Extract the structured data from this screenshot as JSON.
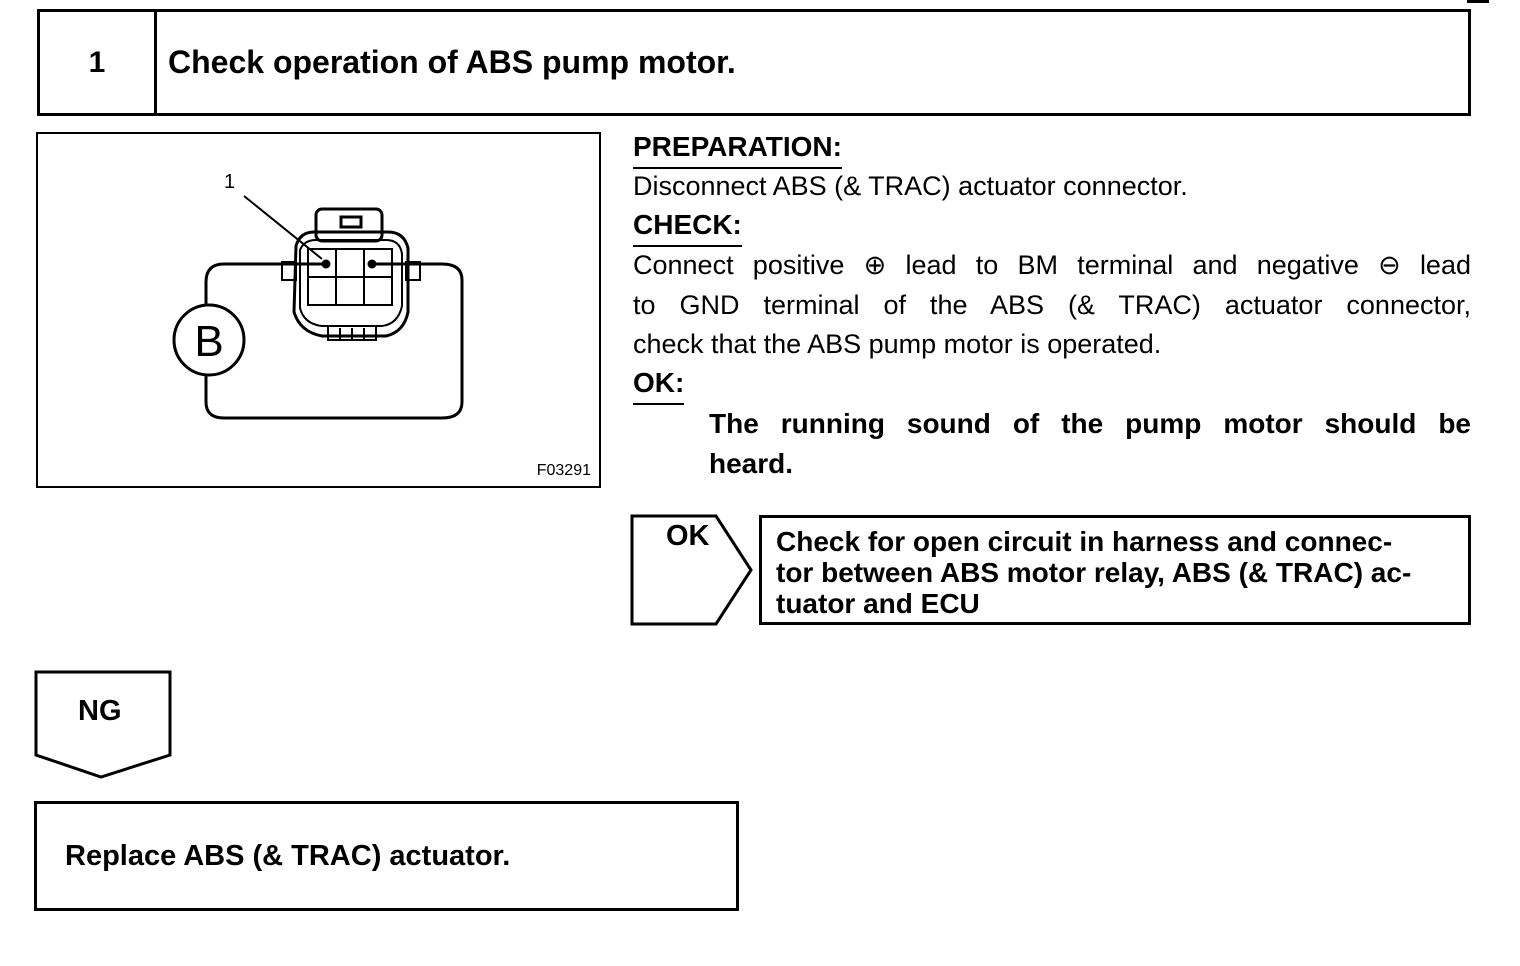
{
  "step": {
    "number": "1",
    "title": "Check operation of ABS pump motor."
  },
  "figure": {
    "callout_1": "1",
    "battery_label": "B",
    "code": "F03291"
  },
  "preparation": {
    "label": "PREPARATION:",
    "text": "Disconnect ABS (& TRAC) actuator connector."
  },
  "check": {
    "label": "CHECK:",
    "line1": "Connect positive ⊕ lead to BM terminal and negative ⊖ lead",
    "line2": "to GND terminal of the ABS (& TRAC) actuator connector,",
    "line3": "check that the ABS pump motor is operated."
  },
  "ok": {
    "label": "OK:",
    "line1": "The running sound of the pump motor should be",
    "line2": "heard."
  },
  "ok_branch": {
    "tag": "OK",
    "line1": "Check for open circuit in harness and connec-",
    "line2": "tor between ABS motor relay, ABS (& TRAC) ac-",
    "line3": "tuator and ECU"
  },
  "ng_branch": {
    "tag": "NG",
    "result": "Replace ABS (& TRAC) actuator."
  }
}
